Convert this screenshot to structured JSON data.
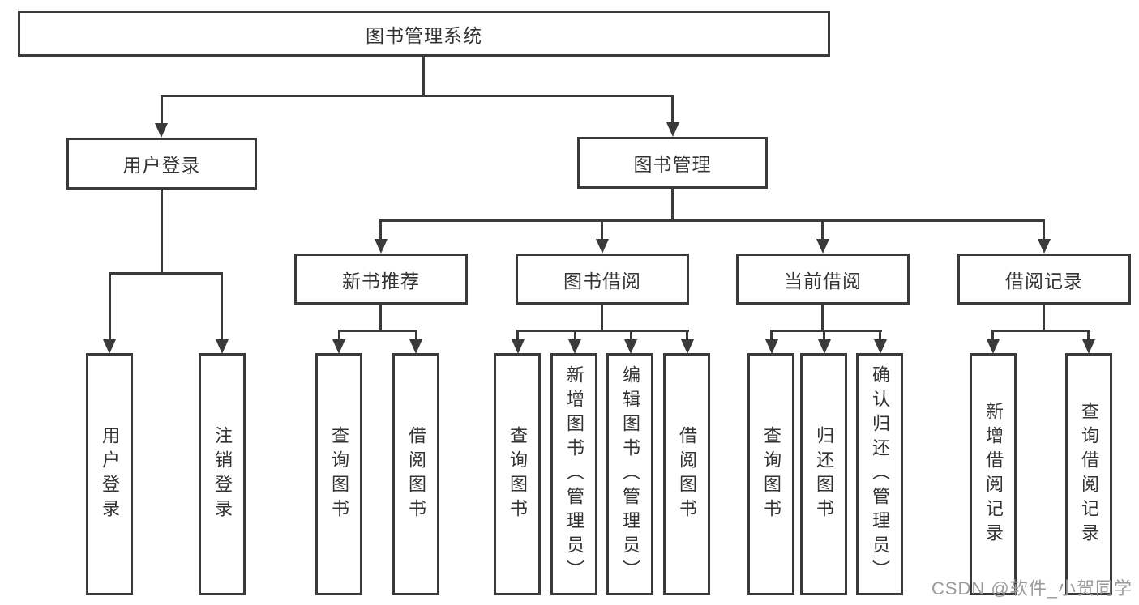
{
  "diagram": {
    "root": {
      "label": "图书管理系统"
    },
    "level2": [
      {
        "label": "用户登录",
        "children": [
          {
            "label": "用户登录"
          },
          {
            "label": "注销登录"
          }
        ]
      },
      {
        "label": "图书管理",
        "children": [
          {
            "label": "新书推荐",
            "children": [
              {
                "label": "查询图书"
              },
              {
                "label": "借阅图书"
              }
            ]
          },
          {
            "label": "图书借阅",
            "children": [
              {
                "label": "查询图书"
              },
              {
                "label": "新增图书（管理员）"
              },
              {
                "label": "编辑图书（管理员）"
              },
              {
                "label": "借阅图书"
              }
            ]
          },
          {
            "label": "当前借阅",
            "children": [
              {
                "label": "查询图书"
              },
              {
                "label": "归还图书"
              },
              {
                "label": "确认归还（管理员）"
              }
            ]
          },
          {
            "label": "借阅记录",
            "children": [
              {
                "label": "新增借阅记录"
              },
              {
                "label": "查询借阅记录"
              }
            ]
          }
        ]
      }
    ]
  },
  "watermark": {
    "text": "CSDN @软件_小贺同学"
  },
  "colors": {
    "line": "#3a3a3a",
    "text": "#333333",
    "watermark": "#9b9b9b",
    "background": "#ffffff"
  }
}
